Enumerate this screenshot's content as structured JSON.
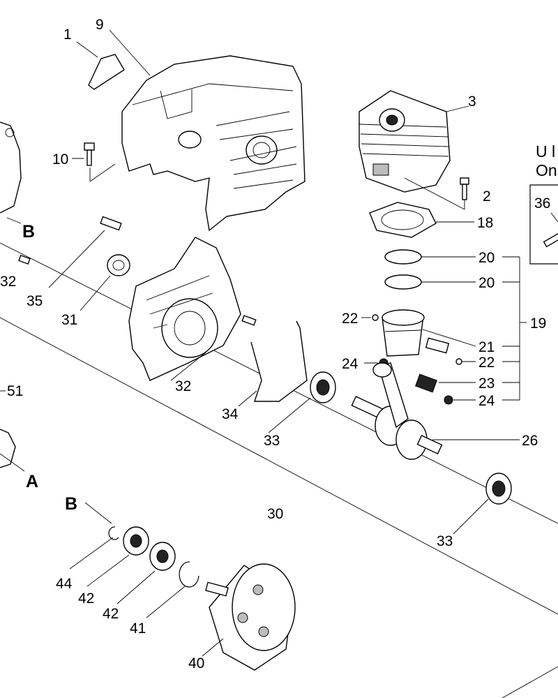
{
  "callouts": {
    "c1": "1",
    "c9": "9",
    "c3": "3",
    "c10": "10",
    "c2": "2",
    "c18": "18",
    "c36": "36",
    "c20a": "20",
    "c20b": "20",
    "c19": "19",
    "c22a": "22",
    "c21": "21",
    "c22b": "22",
    "c24a": "24",
    "c23": "23",
    "c24b": "24",
    "c26": "26",
    "c35": "35",
    "c31": "31",
    "c32a": "32",
    "c32b": "32",
    "c51": "51",
    "c34": "34",
    "c33a": "33",
    "c33b": "33",
    "c30": "30",
    "c44": "44",
    "c42a": "42",
    "c42b": "42",
    "c41": "41",
    "c40": "40"
  },
  "refs": {
    "b_top": "B",
    "b_bottom": "B",
    "a": "A"
  },
  "note": {
    "line1": "U l",
    "line2": "On"
  }
}
